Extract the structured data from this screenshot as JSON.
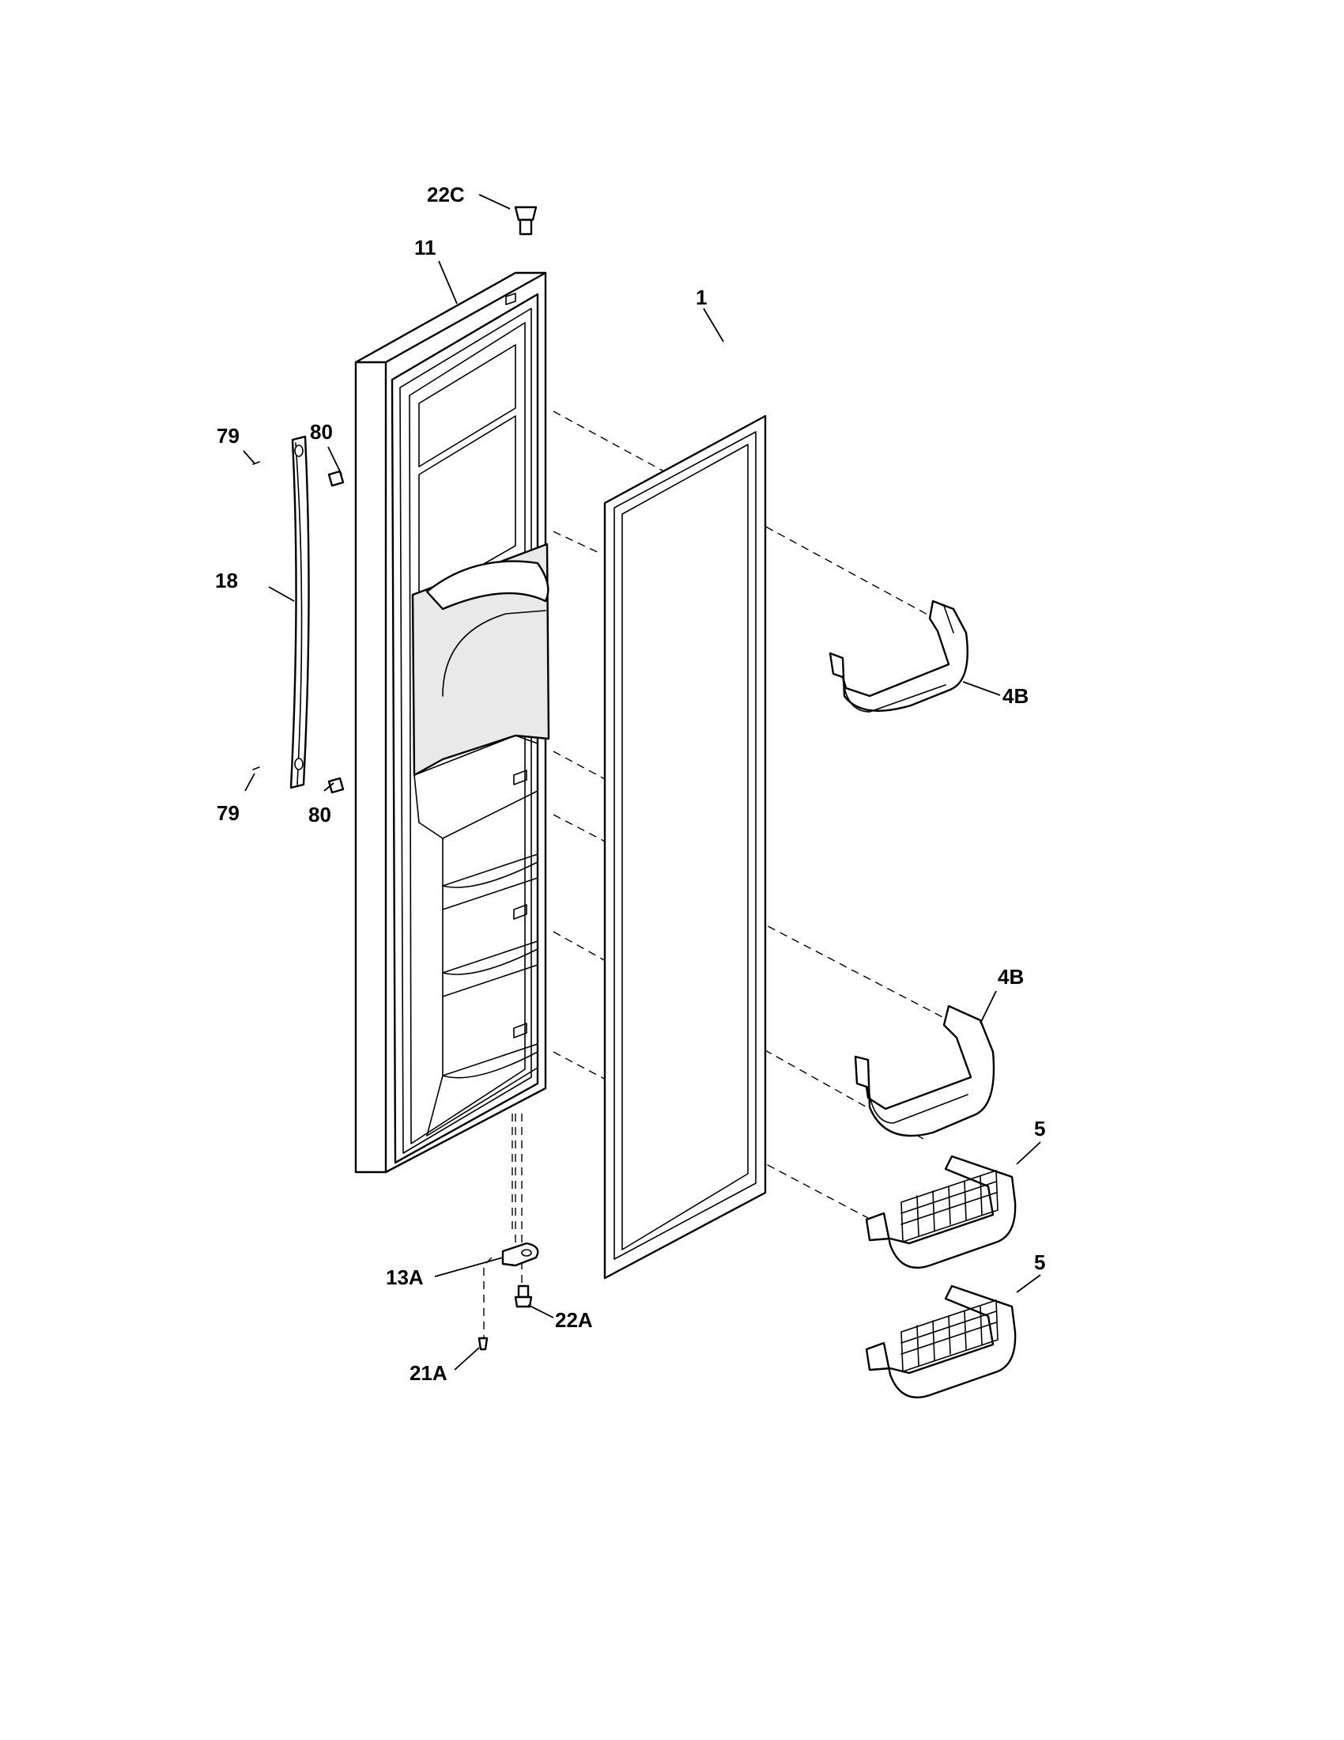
{
  "diagram": {
    "callouts": {
      "c22C": "22C",
      "c11": "11",
      "c1": "1",
      "c79a": "79",
      "c80a": "80",
      "c18": "18",
      "c4Ba": "4B",
      "c79b": "79",
      "c80b": "80",
      "c4Bb": "4B",
      "c5a": "5",
      "c5b": "5",
      "c13A": "13A",
      "c22A": "22A",
      "c21A": "21A"
    }
  }
}
